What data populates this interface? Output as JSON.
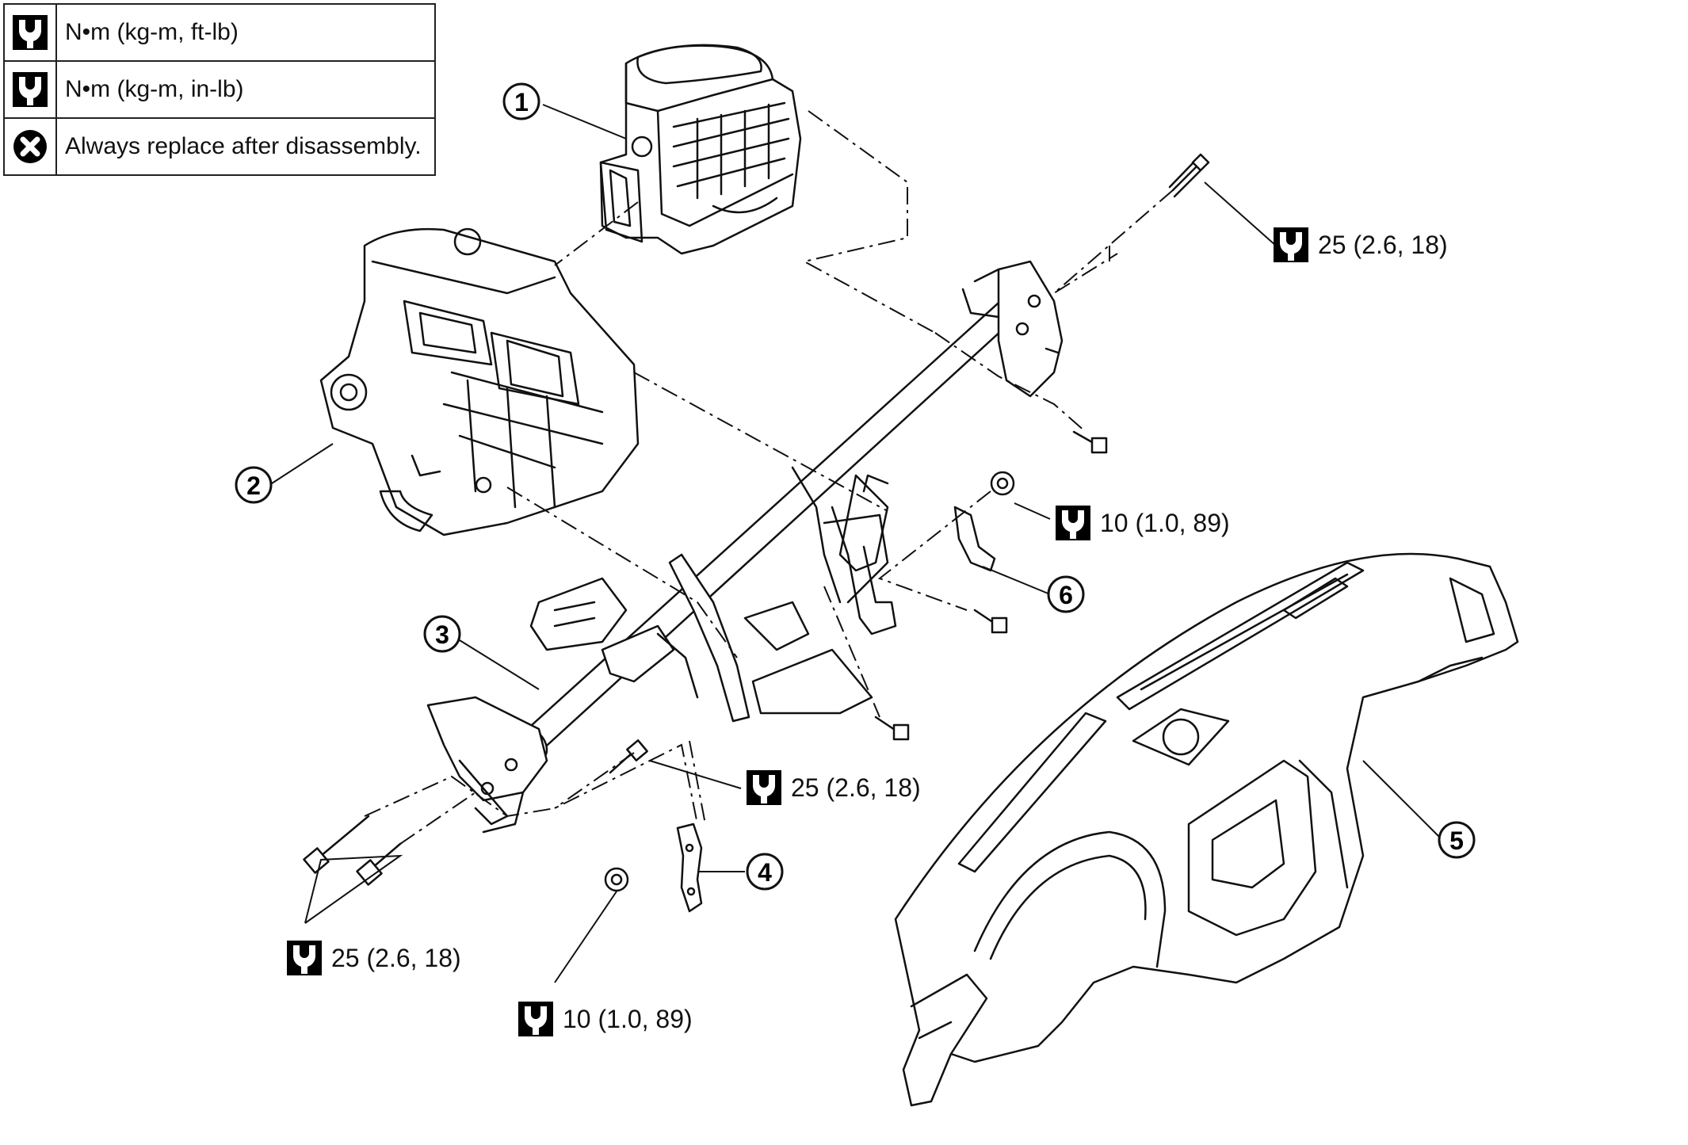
{
  "legend": [
    {
      "icon": "torque-ft-lb-icon",
      "text": "N•m (kg-m, ft-lb)"
    },
    {
      "icon": "torque-in-lb-icon",
      "text": "N•m (kg-m, in-lb)"
    },
    {
      "icon": "replace-icon",
      "text": "Always replace after disassembly."
    }
  ],
  "callouts": [
    "1",
    "2",
    "3",
    "4",
    "5",
    "6"
  ],
  "specs": {
    "upper_right": "25 (2.6, 18)",
    "nut_right": "10 (1.0, 89)",
    "center_bolt": "25 (2.6, 18)",
    "left_bolts": "25 (2.6, 18)",
    "nut_bottom": "10 (1.0, 89)"
  }
}
